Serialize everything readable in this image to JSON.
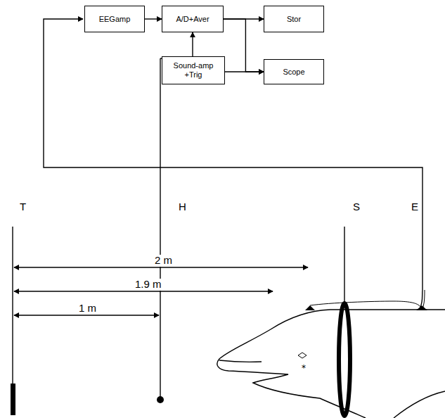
{
  "diagram": {
    "nodes": [
      {
        "text": [
          "EEGamp"
        ]
      },
      {
        "text": [
          "A/D+Aver"
        ]
      },
      {
        "text": [
          "Stor"
        ]
      },
      {
        "text": [
          "Sound-amp +Trig"
        ]
      },
      {
        "text": [
          "Scope"
        ]
      }
    ],
    "edges": [
      {
        "from": 0,
        "to": 1,
        "arrow": "to"
      },
      {
        "from": 1,
        "to": 2,
        "arrow": "to"
      },
      {
        "from": 1,
        "to": 4,
        "arrow": "to"
      },
      {
        "from": 3,
        "to": 1,
        "arrow": "to"
      },
      {
        "from": 3,
        "to": 4,
        "arrow": "to"
      }
    ],
    "labels": [
      "T",
      "H",
      "S",
      "E",
      "2 m",
      "1.9 m",
      "1 m"
    ]
  }
}
